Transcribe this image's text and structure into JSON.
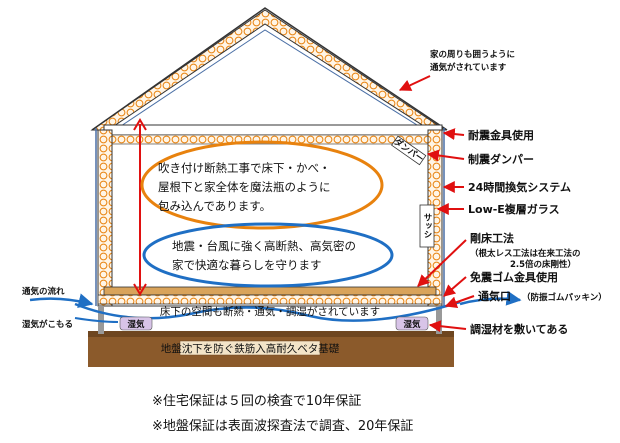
{
  "labels": {
    "roof_note_1": "家の周りも囲うように",
    "roof_note_2": "通気がされています",
    "seismic_hardware": "耐震金具使用",
    "damper": "制震ダンパー",
    "ventilation_24h": "24時間換気システム",
    "lowe_glass": "Low-E複層ガラス",
    "rigid_floor": "剛床工法",
    "rigid_floor_note_1": "（根太レス工法は在来工法の",
    "rigid_floor_note_2": "2.5倍の床剛性）",
    "rubber_hardware": "免震ゴム金具使用",
    "vent_opening": "通気口",
    "vent_opening_note": "（防振ゴムパッキン）",
    "humidity_material": "調湿材を敷いてある",
    "airflow": "通気の流れ",
    "moisture_trap": "湿気がこもる",
    "damper_tag": "ダンパー",
    "sash_tag": "サッシ",
    "underfloor_note": "床下の空間も断熱・通気・調湿がされています",
    "foundation_note": "地盤沈下を防ぐ鉄筋入高耐久ベタ基礎",
    "moisture_tag": "湿気"
  },
  "ellipse_orange": [
    "吹き付け断熱工事で床下・かべ・",
    "屋根下と家全体を魔法瓶のように",
    "包み込んであります。"
  ],
  "ellipse_blue": [
    "地震・台風に強く高断熱、高気密の",
    "家で快適な暮らしを守ります"
  ],
  "footer": [
    "※住宅保証は５回の検査で10年保証",
    "※地盤保証は表面波探査法で調査、20年保証"
  ],
  "colors": {
    "insulation": "#e8820e",
    "arrow": "#e01010",
    "blue": "#1f6fc4",
    "foundation": "#8b5a2b"
  }
}
